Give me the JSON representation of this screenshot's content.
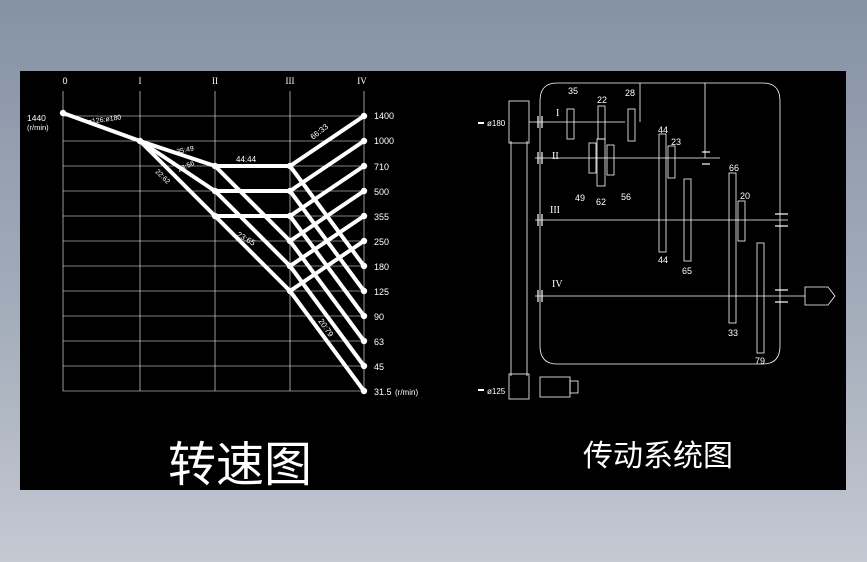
{
  "speed_chart": {
    "title": "转速图",
    "shaft_labels": [
      "0",
      "I",
      "II",
      "III",
      "IV"
    ],
    "input_speed": "1440",
    "input_unit": "(r/min)",
    "output_unit": "(r/min)",
    "speeds": [
      "1400",
      "1000",
      "710",
      "500",
      "355",
      "250",
      "180",
      "125",
      "90",
      "63",
      "45",
      "31.5"
    ],
    "ratio_labels": {
      "belt": "ø126:ø180",
      "r1": "35:49",
      "r2": "28:56",
      "r3": "22:62",
      "r4": "44:44",
      "r5": "23:65",
      "r6": "66:33",
      "r7": "20:79"
    }
  },
  "transmission": {
    "title": "传动系统图",
    "pulley_top": "ø180",
    "pulley_bottom": "ø125",
    "shafts": [
      "I",
      "II",
      "III",
      "IV"
    ],
    "gears": [
      "35",
      "22",
      "28",
      "49",
      "62",
      "56",
      "44",
      "23",
      "44",
      "65",
      "66",
      "20",
      "33",
      "79"
    ]
  }
}
